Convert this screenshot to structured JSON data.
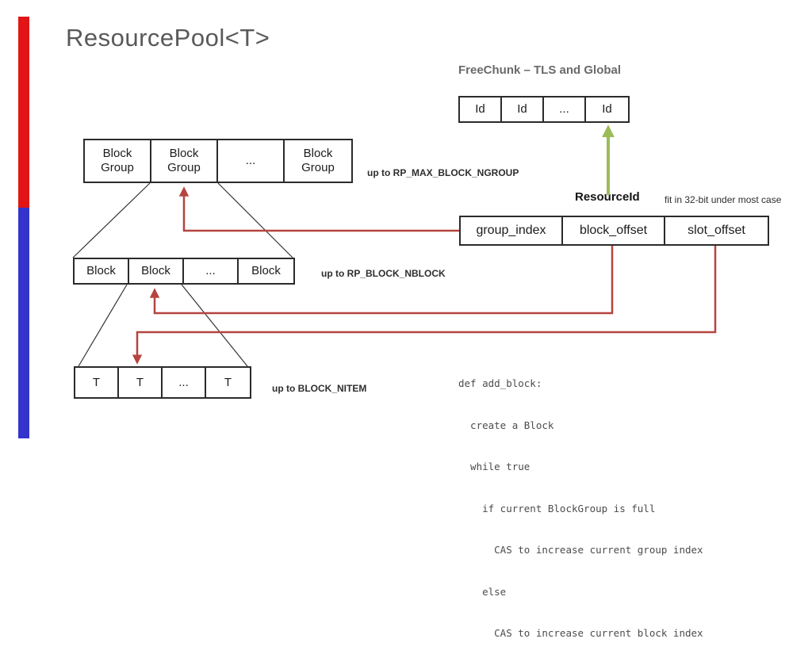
{
  "colors": {
    "accent_red_bar": "#e11515",
    "accent_blue_bar": "#3433cc",
    "arrow_red": "#b5443f",
    "arrow_green": "#9bbb59",
    "fan_line": "#333333",
    "title_gray": "#595959"
  },
  "title": "ResourcePool<T>",
  "freechunk": {
    "label": "FreeChunk – TLS and Global",
    "cells": [
      "Id",
      "Id",
      "...",
      "Id"
    ]
  },
  "block_group_table": {
    "cells": [
      "Block Group",
      "Block Group",
      "...",
      "Block Group"
    ],
    "note": "up to RP_MAX_BLOCK_NGROUP"
  },
  "resource_id": {
    "label": "ResourceId",
    "note": "fit in 32-bit under most case",
    "cells": [
      "group_index",
      "block_offset",
      "slot_offset"
    ]
  },
  "block_table": {
    "cells": [
      "Block",
      "Block",
      "...",
      "Block"
    ],
    "note": "up to RP_BLOCK_NBLOCK"
  },
  "item_table": {
    "cells": [
      "T",
      "T",
      "...",
      "T"
    ],
    "note": "up to BLOCK_NITEM"
  },
  "code": {
    "lines": [
      "def add_block:",
      "  create a Block",
      "  while true",
      "    if current BlockGroup is full",
      "      CAS to increase current group index",
      "    else",
      "      CAS to increase current block index"
    ]
  }
}
